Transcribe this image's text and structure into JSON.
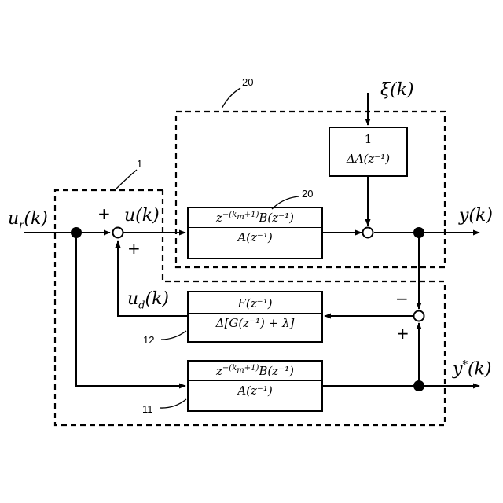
{
  "signals": {
    "ur": "u",
    "ur_sub": "r",
    "ur_arg": "(k)",
    "u": "u(k)",
    "xi": "ξ(k)",
    "y": "y(k)",
    "ystar": "y",
    "ystar_sup": "*",
    "ystar_arg": "(k)",
    "ud": "u",
    "ud_sub": "d",
    "ud_arg": "(k)"
  },
  "signs": {
    "sum1_top": "+",
    "sum1_bottom": "+",
    "sum3_top": "−",
    "sum3_bottom": "+"
  },
  "ref_numbers": {
    "outer_top": "20",
    "plant_block": "20",
    "left_block": "1",
    "feedback_block": "12",
    "model_block": "11"
  },
  "blocks": {
    "disturbance": {
      "num": "1",
      "den": "ΔA(z⁻¹)"
    },
    "plant": {
      "num_a": "z",
      "num_sup": "−(k",
      "num_sup_sub": "m",
      "num_sup_end": "+1)",
      "num_b": "B(z⁻¹)",
      "den": "A(z⁻¹)"
    },
    "feedback": {
      "num": "F(z⁻¹)",
      "den": "Δ[G(z⁻¹) + λ]"
    },
    "model": {
      "num_a": "z",
      "num_sup": "−(k",
      "num_sup_sub": "m",
      "num_sup_end": "+1)",
      "num_b": "B(z⁻¹)",
      "den": "A(z⁻¹)"
    }
  }
}
